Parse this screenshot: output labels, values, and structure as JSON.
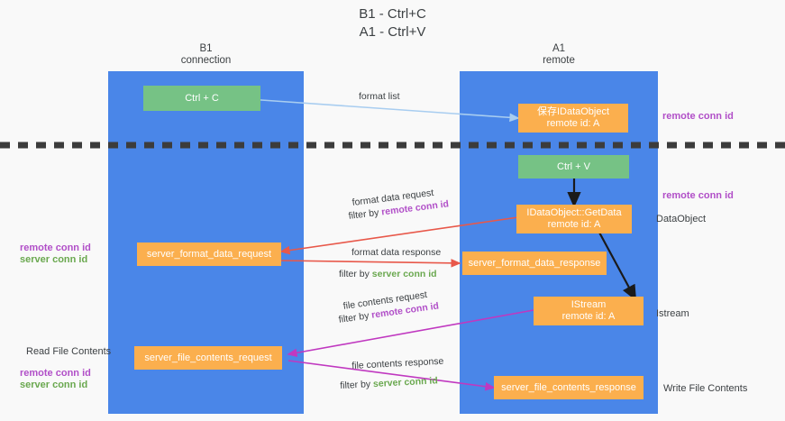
{
  "diagram": {
    "title_line1": "B1 - Ctrl+C",
    "title_line2": "A1 - Ctrl+V",
    "colors": {
      "lane": "#4a86e8",
      "green_node": "#76c285",
      "orange_node": "#fbaf4e",
      "purple_text": "#b14fc8",
      "green_text": "#6aa84f",
      "format_list_arrow": "#a8cdf0",
      "format_data_arrow": "#e8584a",
      "file_contents_arrow": "#c038c0",
      "control_arrow": "#1a1a1a",
      "divider": "#3c3c3c",
      "background": "#f9f9f9"
    },
    "lanes": [
      {
        "id": "b1",
        "title": "B1",
        "subtitle": "connection"
      },
      {
        "id": "a1",
        "title": "A1",
        "subtitle": "remote"
      }
    ],
    "nodes": [
      {
        "id": "ctrl-c",
        "kind": "green",
        "line1": "Ctrl + C",
        "line2": ""
      },
      {
        "id": "save-idataobject",
        "kind": "orange",
        "line1": "保存IDataObject",
        "line2": "remote id: A"
      },
      {
        "id": "ctrl-v",
        "kind": "green",
        "line1": "Ctrl + V",
        "line2": ""
      },
      {
        "id": "getdata",
        "kind": "orange",
        "line1": "IDataObject::GetData",
        "line2": "remote id: A"
      },
      {
        "id": "server-format-data-request",
        "kind": "orange",
        "line1": "server_format_data_request",
        "line2": ""
      },
      {
        "id": "server-format-data-response",
        "kind": "orange",
        "line1": "server_format_data_response",
        "line2": ""
      },
      {
        "id": "istream",
        "kind": "orange",
        "line1": "IStream",
        "line2": "remote id: A"
      },
      {
        "id": "server-file-contents-request",
        "kind": "orange",
        "line1": "server_file_contents_request",
        "line2": ""
      },
      {
        "id": "server-file-contents-response",
        "kind": "orange",
        "line1": "server_file_contents_response",
        "line2": ""
      }
    ],
    "edge_labels": {
      "format_list": "format list",
      "format_data_request": "format data request",
      "format_data_request_filter_prefix": "filter by ",
      "format_data_request_filter_key": "remote conn id",
      "format_data_response": "format data response",
      "format_data_response_filter_prefix": "filter by ",
      "format_data_response_filter_key": "server conn id",
      "file_contents_request": "file contents request",
      "file_contents_request_filter_prefix": "filter by ",
      "file_contents_request_filter_key": "remote conn id",
      "file_contents_response": "file contents response",
      "file_contents_response_filter_prefix": "filter by ",
      "file_contents_response_filter_key": "server conn id"
    },
    "right_annotations": [
      {
        "id": "remote-conn-id-top",
        "text": "remote conn id",
        "style": "purple"
      },
      {
        "id": "remote-conn-id-middle",
        "text": "remote conn id",
        "style": "purple"
      },
      {
        "id": "dataobject",
        "text": "DataObject",
        "style": "plain"
      },
      {
        "id": "istream-label",
        "text": "Istream",
        "style": "plain"
      },
      {
        "id": "write-file-contents",
        "text": "Write File Contents",
        "style": "plain"
      }
    ],
    "left_annotations": [
      {
        "id": "remote-conn-id-left-1",
        "text": "remote conn id",
        "style": "purple"
      },
      {
        "id": "server-conn-id-left-1",
        "text": "server conn id",
        "style": "green"
      },
      {
        "id": "read-file-contents",
        "text": "Read File Contents",
        "style": "plain"
      },
      {
        "id": "remote-conn-id-left-2",
        "text": "remote conn id",
        "style": "purple"
      },
      {
        "id": "server-conn-id-left-2",
        "text": "server conn id",
        "style": "green"
      }
    ]
  }
}
